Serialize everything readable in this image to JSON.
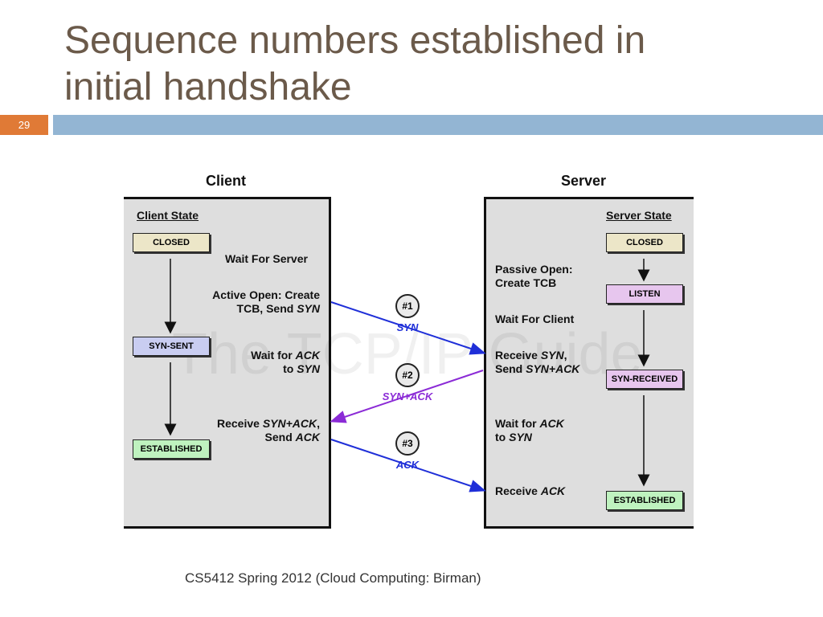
{
  "slide": {
    "title_line1": "Sequence numbers established in",
    "title_line2": "initial handshake",
    "number": "29",
    "footer": "CS5412 Spring 2012 (Cloud Computing: Birman)"
  },
  "colors": {
    "title": "#6b5a4a",
    "number_box": "#e07a36",
    "title_bar": "#93b5d3",
    "syn_arrow": "#1f2fd8",
    "synack_arrow": "#8b2bd6",
    "ack_arrow": "#1f2fd8"
  },
  "diagram": {
    "watermark": "The TCP/IP Guide",
    "client": {
      "heading": "Client",
      "state_label": "Client State",
      "states": [
        "CLOSED",
        "SYN-SENT",
        "ESTABLISHED"
      ],
      "texts": {
        "wait_server": "Wait For Server",
        "active_open_1": "Active Open: Create",
        "active_open_2a": "TCB, Send ",
        "active_open_2b": "SYN",
        "wait_ack_1a": "Wait for ",
        "wait_ack_1b": "ACK",
        "wait_ack_2a": "to ",
        "wait_ack_2b": "SYN",
        "receive_1a": "Receive ",
        "receive_1b": "SYN+ACK",
        "receive_1c": ",",
        "receive_2a": "Send ",
        "receive_2b": "ACK"
      }
    },
    "server": {
      "heading": "Server",
      "state_label": "Server State",
      "states": [
        "CLOSED",
        "LISTEN",
        "SYN-RECEIVED",
        "ESTABLISHED"
      ],
      "texts": {
        "passive_1": "Passive Open:",
        "passive_2": "Create TCB",
        "wait_client": "Wait For Client",
        "recv_syn_1a": "Receive ",
        "recv_syn_1b": "SYN",
        "recv_syn_1c": ",",
        "recv_syn_2a": "Send ",
        "recv_syn_2b": "SYN+ACK",
        "wait_ack_1a": "Wait for ",
        "wait_ack_1b": "ACK",
        "wait_ack_2a": "to ",
        "wait_ack_2b": "SYN",
        "recv_ack_a": "Receive ",
        "recv_ack_b": "ACK"
      }
    },
    "messages": [
      {
        "num": "#1",
        "label": "SYN"
      },
      {
        "num": "#2",
        "label": "SYN+ACK"
      },
      {
        "num": "#3",
        "label": "ACK"
      }
    ]
  }
}
